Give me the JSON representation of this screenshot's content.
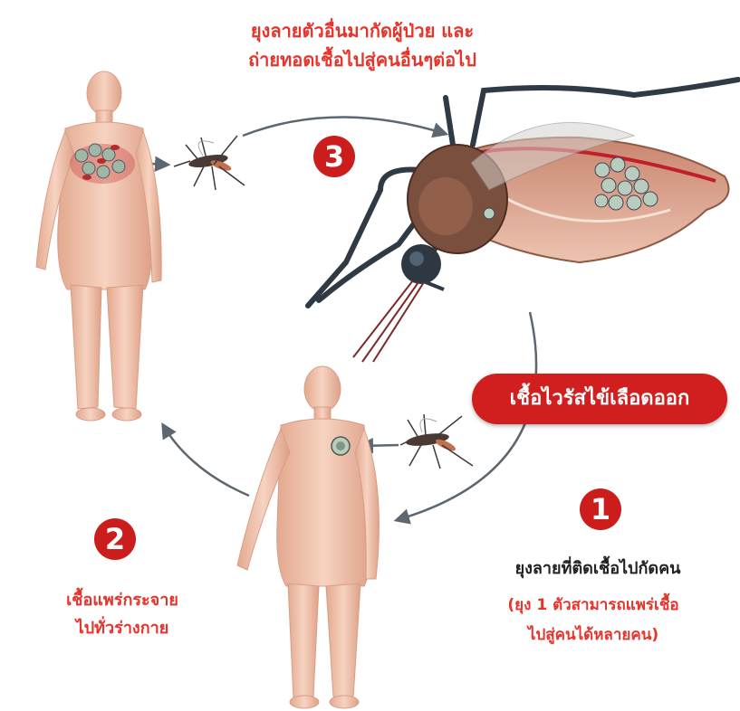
{
  "top_caption": {
    "line1": "ยุงลายตัวอื่นมากัดผู้ป่วย และ",
    "line2": "ถ่ายทอดเชื้อไปสู่คนอื่นๆต่อไป"
  },
  "virus_label": "เชื้อไวรัสไข้เลือดออก",
  "step1": {
    "number": "1",
    "title": "ยุงลายที่ติดเชื้อไปกัดคน",
    "note_line1": "(ยุง 1 ตัวสามารถแพร่เชื้อ",
    "note_line2": "ไปสู่คนได้หลายคน)"
  },
  "step2": {
    "number": "2",
    "line1": "เชื้อแพร่กระจาย",
    "line2": "ไปทั่วร่างกาย"
  },
  "step3": {
    "number": "3"
  },
  "colors": {
    "accent_red": "#e8332a",
    "badge_red": "#cc1d1d",
    "skin": "#efc2a9",
    "arrow": "#5d6770"
  }
}
